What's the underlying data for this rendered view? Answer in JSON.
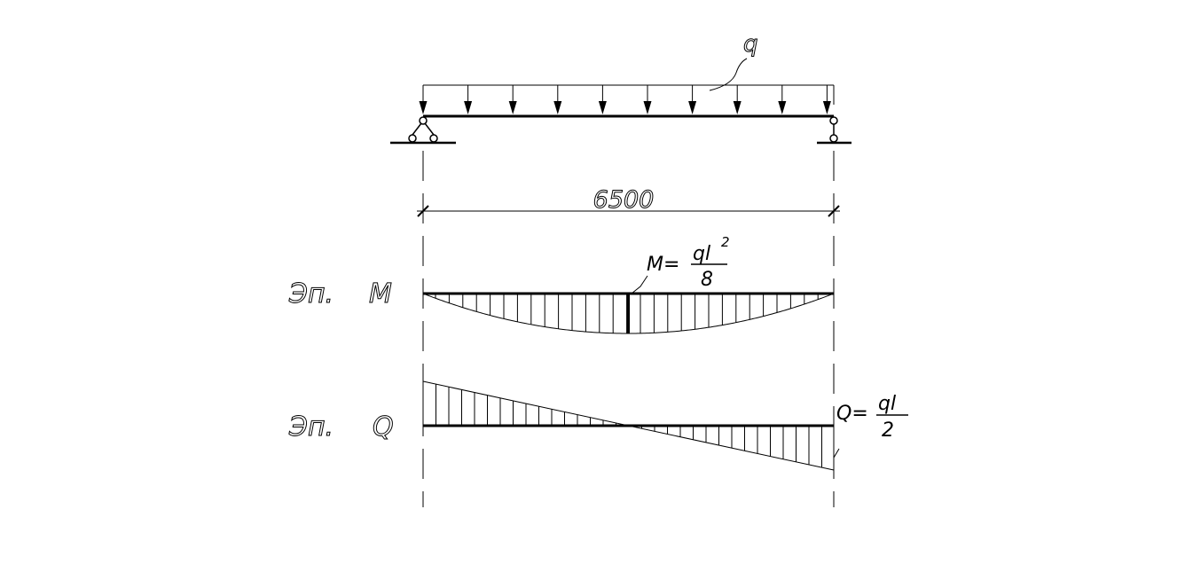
{
  "load_label": "q",
  "span_dimension": "6500",
  "moment_diagram": {
    "label_prefix": "Эп.",
    "label_symbol": "M",
    "formula_lhs": "M=",
    "formula_num_base": "ql",
    "formula_num_exp": "2",
    "formula_den": "8"
  },
  "shear_diagram": {
    "label_prefix": "Эп.",
    "label_symbol": "Q",
    "formula_lhs": "Q=",
    "formula_num": "ql",
    "formula_den": "2"
  },
  "colors": {
    "line": "#000000",
    "background": "#ffffff"
  }
}
